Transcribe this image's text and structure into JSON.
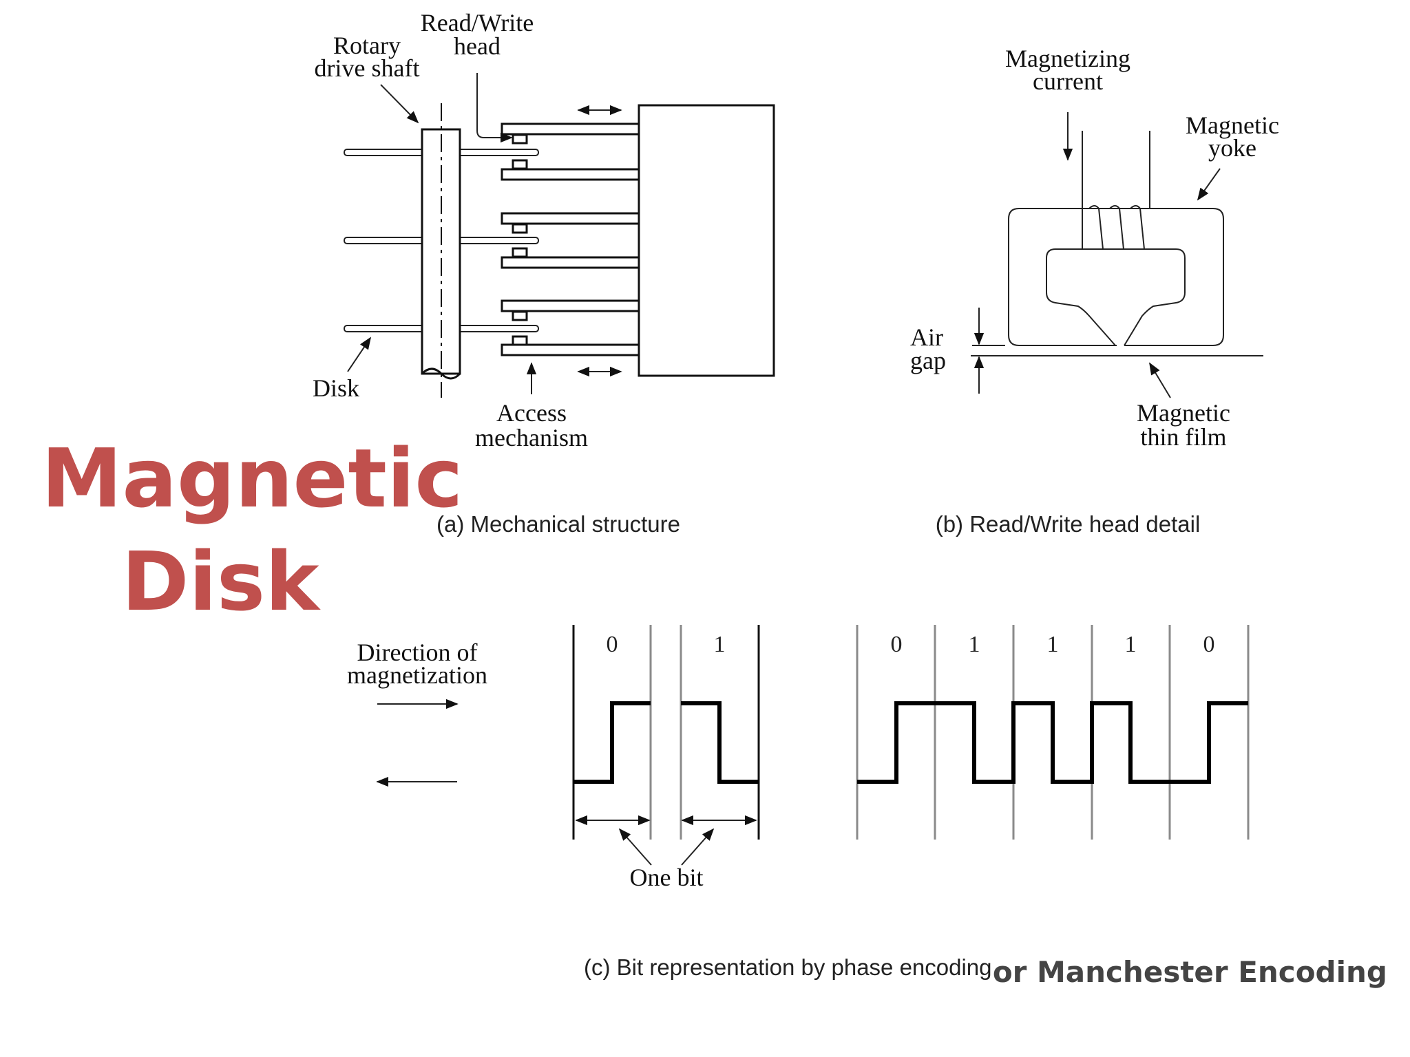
{
  "title": {
    "line1": "Magnetic",
    "line2": "Disk"
  },
  "colors": {
    "title": "#c0504d",
    "subtitle": "#444444",
    "line": "#111111",
    "grid": "#8a8a8a"
  },
  "panel_a": {
    "caption": "(a) Mechanical structure",
    "labels": {
      "rw_head_1": "Read/Write",
      "rw_head_2": "head",
      "rotary_1": "Rotary",
      "rotary_2": "drive shaft",
      "disk": "Disk",
      "access_1": "Access",
      "access_2": "mechanism"
    }
  },
  "panel_b": {
    "caption": "(b) Read/Write head detail",
    "labels": {
      "mag_current_1": "Magnetizing",
      "mag_current_2": "current",
      "yoke_1": "Magnetic",
      "yoke_2": "yoke",
      "air_1": "Air",
      "air_2": "gap",
      "film_1": "Magnetic",
      "film_2": "thin film"
    }
  },
  "panel_c": {
    "caption": "(c) Bit representation by phase encoding",
    "caption_extra": "or Manchester Encoding",
    "direction_1": "Direction of",
    "direction_2": "magnetization",
    "one_bit": "One bit",
    "left_bits": [
      "0",
      "1"
    ],
    "right_bits": [
      "0",
      "1",
      "1",
      "1",
      "0"
    ]
  }
}
